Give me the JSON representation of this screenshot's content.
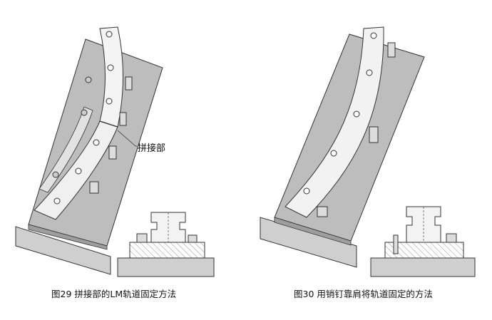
{
  "figures": [
    {
      "caption": "图29 拼接部的LM轨道固定方法",
      "callout": "拼接部"
    },
    {
      "caption": "图30 用销钉靠肩将轨道固定的方法"
    }
  ]
}
